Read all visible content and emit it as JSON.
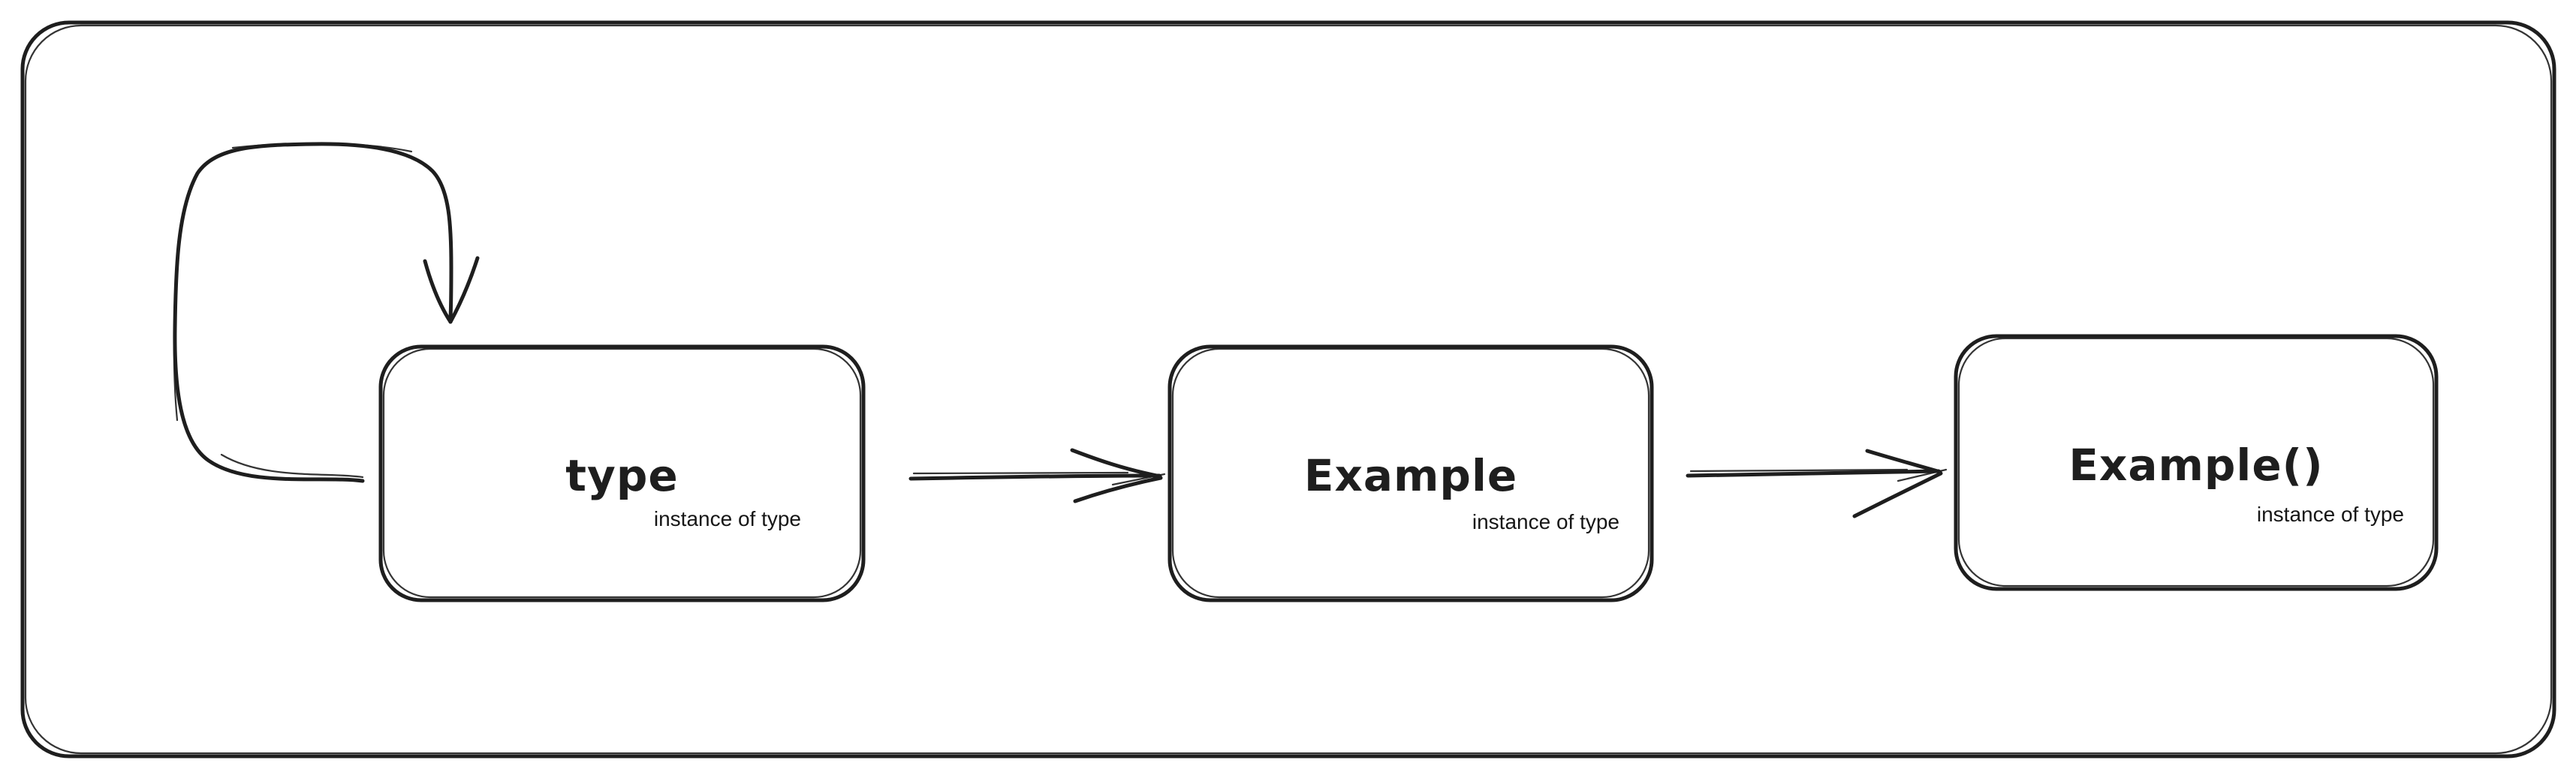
{
  "canvas": {
    "background": "#ffffff",
    "ink_color": "#1e1e1e",
    "style": "hand-drawn sketch diagram"
  },
  "diagram": {
    "nodes": [
      {
        "title": "type",
        "subtitle": "instance of type"
      },
      {
        "title": "Example",
        "subtitle": "instance of type"
      },
      {
        "title": "Example()",
        "subtitle": "instance of type"
      }
    ],
    "relations": [
      {
        "kind": "self-loop-arrow",
        "from": "type",
        "to": "type"
      },
      {
        "kind": "arrow",
        "from": "type",
        "to": "Example"
      },
      {
        "kind": "arrow",
        "from": "Example",
        "to": "Example()"
      }
    ]
  }
}
